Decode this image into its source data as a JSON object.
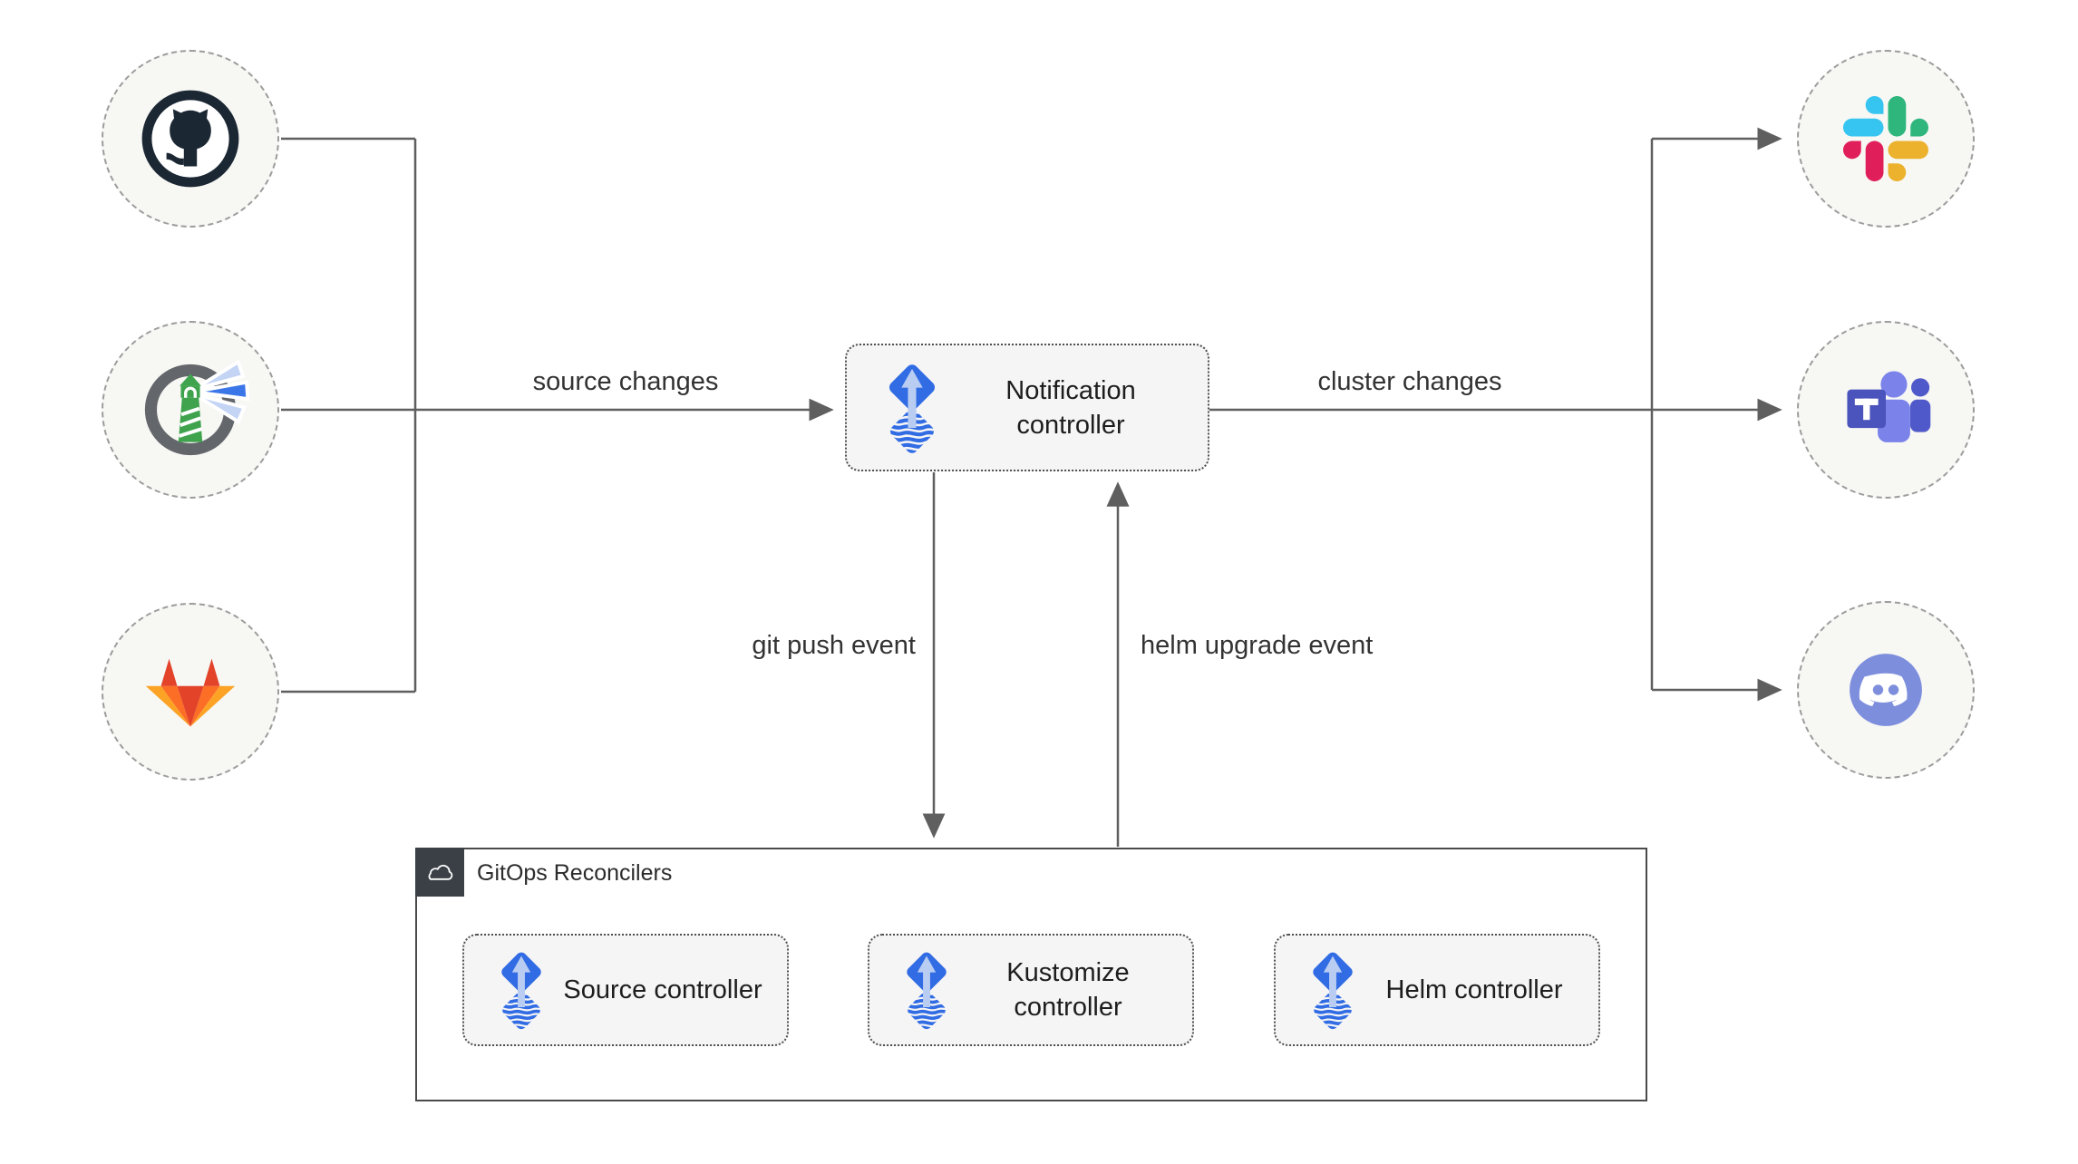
{
  "colors": {
    "flux_blue": "#316ce4",
    "flux_arrow_light": "#b9ccf2",
    "edge_line": "#5f5f5f",
    "text": "#333333",
    "node_fill": "#f7f7f4",
    "box_fill": "#f5f5f5",
    "badge_dark": "#3a4046"
  },
  "left_nodes": [
    {
      "icon": "github-icon"
    },
    {
      "icon": "harbor-icon"
    },
    {
      "icon": "gitlab-icon"
    }
  ],
  "right_nodes": [
    {
      "icon": "slack-icon"
    },
    {
      "icon": "microsoft-teams-icon"
    },
    {
      "icon": "discord-icon"
    }
  ],
  "notification": {
    "label": "Notification controller",
    "icon": "flux-icon"
  },
  "edge_labels": {
    "source_changes": "source changes",
    "cluster_changes": "cluster changes",
    "git_push_event": "git push event",
    "helm_upgrade_event": "helm upgrade event"
  },
  "reconcilers": {
    "label": "GitOps Reconcilers",
    "badge_icon": "cloud-icon",
    "items": [
      {
        "label": "Source controller",
        "icon": "flux-icon"
      },
      {
        "label": "Kustomize controller",
        "icon": "flux-icon"
      },
      {
        "label": "Helm controller",
        "icon": "flux-icon"
      }
    ]
  }
}
